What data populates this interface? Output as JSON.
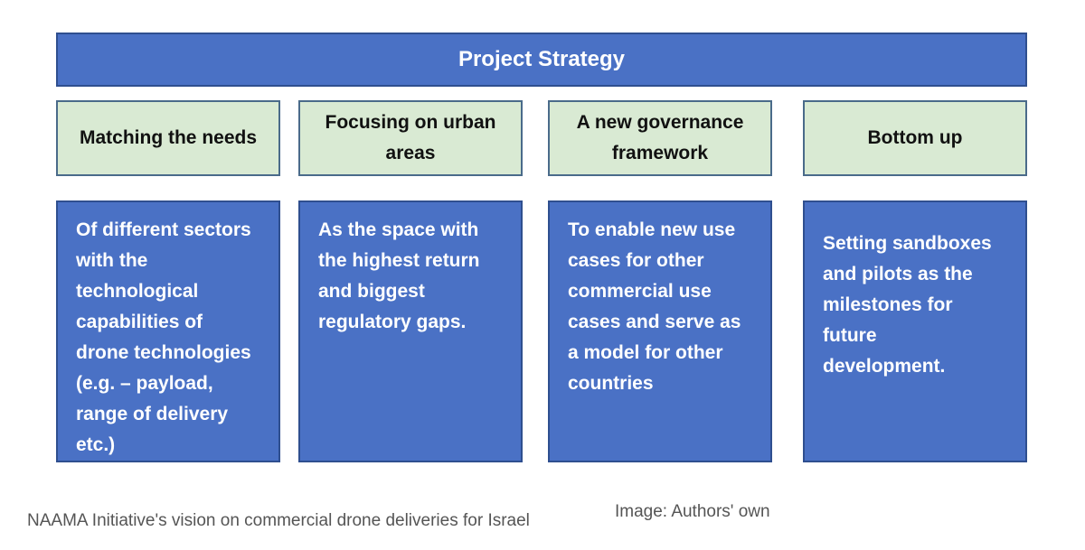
{
  "diagram": {
    "title": "Project Strategy",
    "columns": [
      {
        "heading": "Matching the needs",
        "body": "Of different sectors\nwith the\ntechnological\ncapabilities of\ndrone technologies\n(e.g. – payload,\nrange of delivery\netc.)"
      },
      {
        "heading": "Focusing on urban areas",
        "body": "As the space with\nthe highest return\nand biggest\nregulatory gaps."
      },
      {
        "heading": "A new governance framework",
        "body": "To enable new use\ncases for other\ncommercial use\ncases and serve as\na model for other\ncountries"
      },
      {
        "heading": "Bottom up",
        "body": "Setting sandboxes\nand pilots as the\nmilestones for\nfuture\ndevelopment."
      }
    ],
    "colors": {
      "title_fill": "#4a71c5",
      "heading_fill": "#d9ead3",
      "body_fill": "#4a71c5"
    }
  },
  "caption": "NAAMA Initiative's vision on commercial drone deliveries for Israel",
  "credit": "Image: Authors' own"
}
